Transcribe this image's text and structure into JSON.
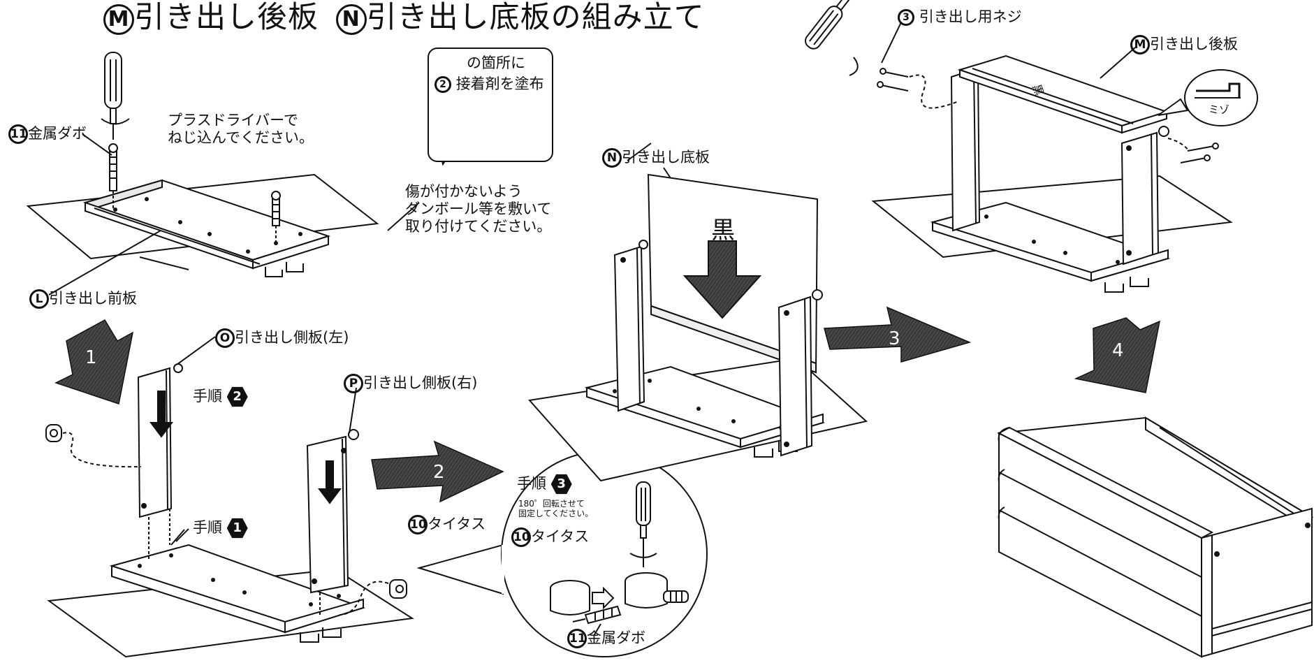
{
  "title": {
    "mark_m": "M",
    "text_m": "引き出し後板",
    "mark_n": "N",
    "text_n": "引き出し底板の組み立て"
  },
  "glue_box": {
    "line1": "の箇所に",
    "mark": "2",
    "line2": "接着剤を塗布"
  },
  "callouts": {
    "metal_dowel_top": {
      "mark": "11",
      "text": "金属ダボ"
    },
    "driver_note": [
      "プラスドライバーで",
      "ねじ込んでください。"
    ],
    "protect_note": [
      "傷が付かないよう",
      "ダンボール等を敷いて",
      "取り付けてください。"
    ],
    "front_panel": {
      "mark": "L",
      "text": "引き出し前板"
    },
    "side_left": {
      "mark": "O",
      "text": "引き出し側板(左)"
    },
    "side_right": {
      "mark": "P",
      "text": "引き出し側板(右)"
    },
    "step2": {
      "text": "手順",
      "num": "2"
    },
    "step1": {
      "text": "手順",
      "num": "1"
    },
    "tight_loose": {
      "mark": "10",
      "text": "タイタス"
    },
    "bottom_panel": {
      "mark": "N",
      "text": "引き出し底板"
    },
    "drawer_screw": {
      "mark": "3",
      "text": "引き出し用ネジ"
    },
    "back_panel": {
      "mark": "M",
      "text": "引き出し後板"
    },
    "groove": "ミゾ",
    "black_mark": "黒",
    "black_mark_back": "黒"
  },
  "detail_circle": {
    "step": {
      "text": "手順",
      "num": "3"
    },
    "note": [
      "180゜回転させて",
      "固定してください。"
    ],
    "tight_loose": {
      "mark": "10",
      "text": "タイタス"
    },
    "metal_dowel": {
      "mark": "11",
      "text": "金属ダボ"
    }
  },
  "arrows": [
    "1",
    "2",
    "3",
    "4"
  ],
  "colors": {
    "ink": "#111111",
    "paper": "#ffffff",
    "arrow_fill": "#2b2b2b"
  }
}
